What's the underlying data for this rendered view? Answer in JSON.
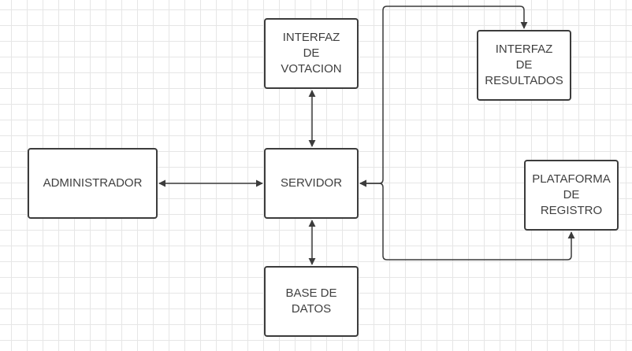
{
  "diagram": {
    "nodes": {
      "administrador": "ADMINISTRADOR",
      "servidor": "SERVIDOR",
      "interfaz_votacion": "INTERFAZ\nDE\nVOTACION",
      "base_datos": "BASE DE\nDATOS",
      "interfaz_resultados": "INTERFAZ\nDE\nRESULTADOS",
      "plataforma_registro": "PLATAFORMA\nDE\nREGISTRO"
    },
    "connections": [
      {
        "from": "administrador",
        "to": "servidor",
        "direction": "both"
      },
      {
        "from": "servidor",
        "to": "interfaz_votacion",
        "direction": "both"
      },
      {
        "from": "servidor",
        "to": "base_datos",
        "direction": "both"
      },
      {
        "from": "servidor",
        "to": "interfaz_resultados",
        "direction": "both"
      },
      {
        "from": "servidor",
        "to": "plataforma_registro",
        "direction": "both"
      }
    ]
  },
  "colors": {
    "background": "#ffffff",
    "grid": "#e6e6e6",
    "stroke": "#3c3c3c",
    "text": "#3f3f3f"
  }
}
